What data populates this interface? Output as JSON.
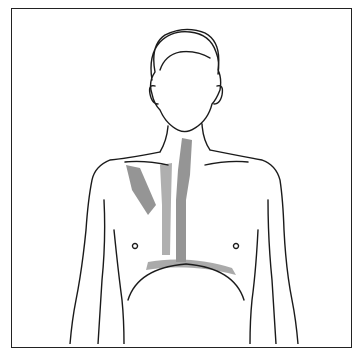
{
  "colors": {
    "outline": "#1a1a1a",
    "highlight": "#8a8a8a",
    "background": "#ffffff"
  },
  "figure": {
    "subject": "anatomical-upper-body-outline",
    "highlighted_regions": [
      "neck-vertical-band",
      "left-shoulder-band",
      "chest-vertical-band",
      "lower-chest-arc"
    ]
  }
}
